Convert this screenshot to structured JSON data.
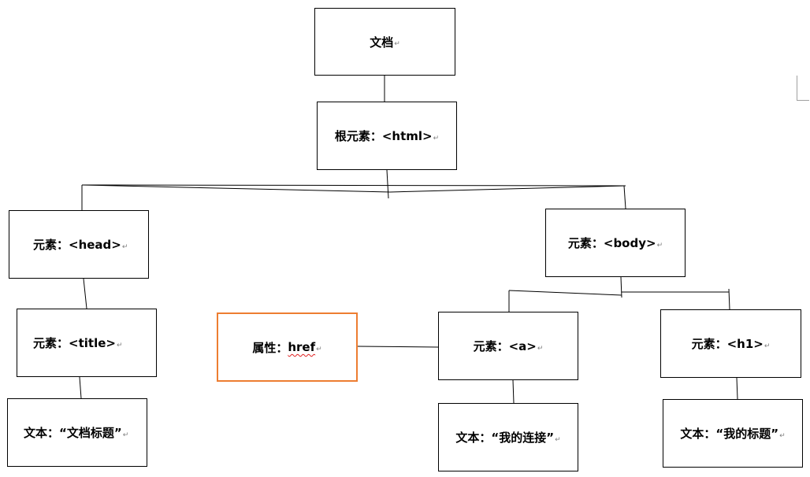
{
  "nodes": {
    "document": "文档",
    "root_label": "根元素：",
    "root_tag": "<html>",
    "element_label": "元素：",
    "head_tag": "<head>",
    "body_tag": "<body>",
    "title_tag": "<title>",
    "a_tag": "<a>",
    "h1_tag": "<h1>",
    "attr_label": "属性：",
    "attr_value": "href",
    "text_label": "文本：",
    "title_text": "“文档标题”",
    "a_text": "“我的连接”",
    "h1_text": "“我的标题”"
  },
  "paragraph_mark": "↵",
  "colors": {
    "box_border": "#000000",
    "attribute_border": "#ED7D31",
    "spellcheck_underline": "#e02020"
  }
}
